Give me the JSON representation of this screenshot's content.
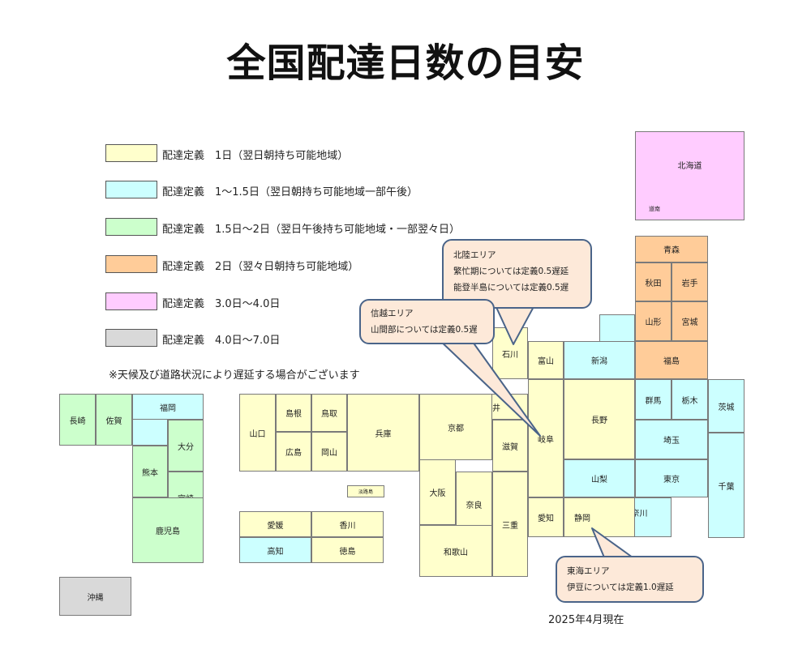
{
  "title": "全国配達日数の目安",
  "legend": [
    {
      "label": "配達定義　1日（翌日朝持ち可能地域）",
      "color": "#ffffcc"
    },
    {
      "label": "配達定義　1～1.5日（翌日朝持ち可能地域一部午後）",
      "color": "#ccffff"
    },
    {
      "label": "配達定義　1.5日～2日（翌日午後持ち可能地域・一部翌々日）",
      "color": "#ccffcc"
    },
    {
      "label": "配達定義　2日（翌々日朝持ち可能地域）",
      "color": "#ffcc99"
    },
    {
      "label": "配達定義　3.0日～4.0日",
      "color": "#ffccff"
    },
    {
      "label": "配達定義　4.0日～7.0日",
      "color": "#d9d9d9"
    }
  ],
  "note": "※天候及び道路状況により遅延する場合がございます",
  "prefectures": {
    "hokkaido": "北海道",
    "dounan": "道南",
    "aomori": "青森",
    "akita": "秋田",
    "iwate": "岩手",
    "yamagata": "山形",
    "miyagi": "宮城",
    "fukushima": "福島",
    "niigata": "新潟",
    "ishikawa": "石川",
    "toyama": "富山",
    "fukui": "福井",
    "gunma": "群馬",
    "tochigi": "栃木",
    "ibaraki": "茨城",
    "nagano": "長野",
    "saitama": "埼玉",
    "chiba": "千葉",
    "yamanashi": "山梨",
    "tokyo": "東京",
    "kanagawa": "神奈川",
    "gifu": "岐阜",
    "aichi": "愛知",
    "shizuoka": "静岡",
    "kyoto": "京都",
    "shiga": "滋賀",
    "osaka": "大阪",
    "nara": "奈良",
    "mie": "三重",
    "wakayama": "和歌山",
    "hyogo": "兵庫",
    "awajishima": "淡路島",
    "yamaguchi": "山口",
    "shimane": "島根",
    "tottori": "鳥取",
    "hiroshima": "広島",
    "okayama": "岡山",
    "ehime": "愛媛",
    "kagawa": "香川",
    "kochi": "高知",
    "tokushima": "徳島",
    "nagasaki": "長崎",
    "saga": "佐賀",
    "fukuoka": "福岡",
    "oita": "大分",
    "kumamoto": "熊本",
    "miyazaki": "宮崎",
    "kagoshima": "鹿児島",
    "okinawa": "沖縄"
  },
  "callouts": {
    "hokuriku": {
      "title": "北陸エリア",
      "line1": "繁忙期については定義0.5遅延",
      "line2": "能登半島については定義0.5遅"
    },
    "shinetsu": {
      "title": "信越エリア",
      "line1": "山間部については定義0.5遅"
    },
    "tokai": {
      "title": "東海エリア",
      "line1": "伊豆については定義1.0遅延"
    }
  },
  "as_of": "2025年4月現在"
}
